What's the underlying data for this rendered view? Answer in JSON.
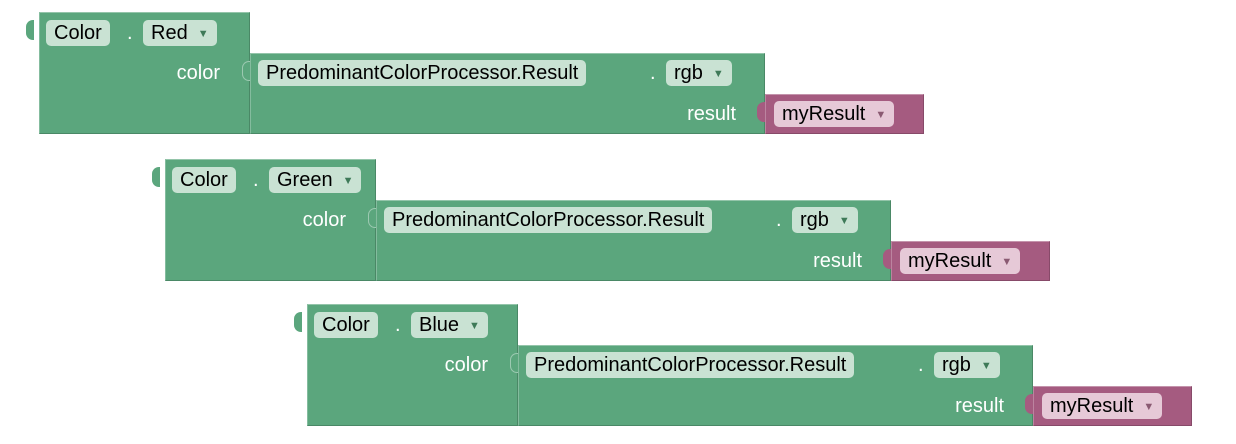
{
  "colors": {
    "block_green": "#5ba67d",
    "variable_purple": "#a55b80",
    "field_light": "#c9e2d3",
    "variable_field_light": "#e6c9d7"
  },
  "blocks": [
    {
      "component": "Color",
      "separator": ".",
      "property": "Red",
      "input_label": "color",
      "getter_component": "PredominantColorProcessor.Result",
      "getter_property": "rgb",
      "param_label": "result",
      "variable": "myResult"
    },
    {
      "component": "Color",
      "separator": ".",
      "property": "Green",
      "input_label": "color",
      "getter_component": "PredominantColorProcessor.Result",
      "getter_property": "rgb",
      "param_label": "result",
      "variable": "myResult"
    },
    {
      "component": "Color",
      "separator": ".",
      "property": "Blue",
      "input_label": "color",
      "getter_component": "PredominantColorProcessor.Result",
      "getter_property": "rgb",
      "param_label": "result",
      "variable": "myResult"
    }
  ],
  "dropdown_icon": "triangle-down-icon"
}
